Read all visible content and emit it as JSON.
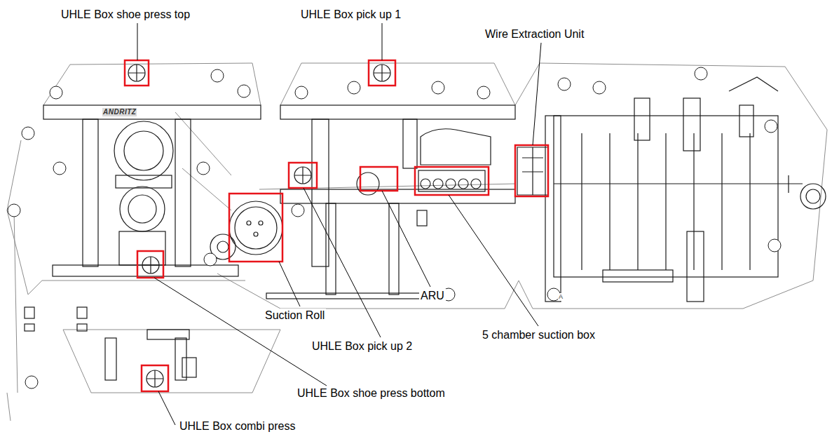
{
  "diagram": {
    "labels": [
      "UHLE Box shoe press top",
      "UHLE Box pick up 1",
      "Wire Extraction Unit",
      "Suction Roll",
      "ARU",
      "5 chamber suction box",
      "UHLE Box pick up 2",
      "UHLE Box shoe press bottom",
      "UHLE Box combi press",
      "ANDRITZ",
      "A"
    ]
  }
}
